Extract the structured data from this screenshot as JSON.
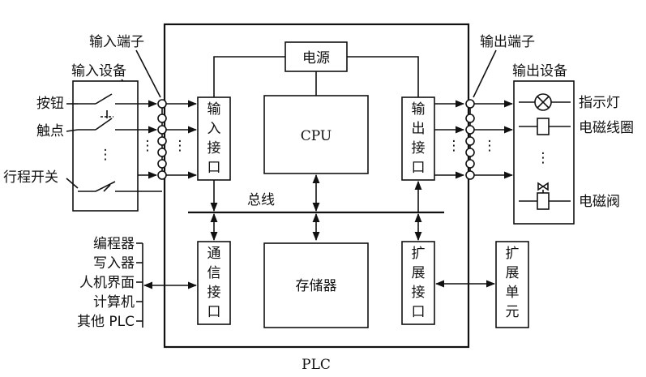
{
  "labels": {
    "input_terminal": "输入端子",
    "input_device": "输入设备",
    "output_terminal": "输出端子",
    "output_device": "输出设备",
    "power": "电源",
    "cpu": "CPU",
    "bus": "总线",
    "memory": "存储器",
    "plc": "PLC",
    "button": "按钮",
    "contact": "触点",
    "limit_switch": "行程开关",
    "indicator_lamp": "指示灯",
    "solenoid_coil": "电磁线圈",
    "solenoid_valve": "电磁阀",
    "input_interface": [
      "输",
      "入",
      "接",
      "口"
    ],
    "output_interface": [
      "输",
      "出",
      "接",
      "口"
    ],
    "comm_interface": [
      "通",
      "信",
      "接",
      "口"
    ],
    "expansion_interface": [
      "扩",
      "展",
      "接",
      "口"
    ],
    "expansion_unit": [
      "扩",
      "展",
      "单",
      "元"
    ],
    "peripherals": [
      "编程器",
      "写入器",
      "人机界面",
      "计算机",
      "其他 PLC"
    ],
    "ellipsis": "⋮"
  }
}
